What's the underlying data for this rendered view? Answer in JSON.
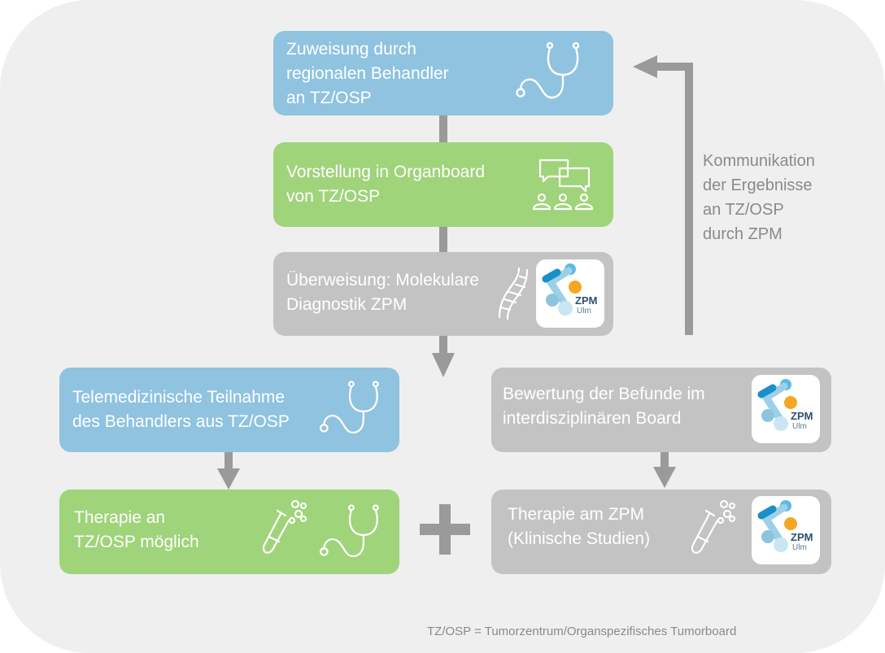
{
  "boxes": {
    "zuweisung": "Zuweisung durch\nregionalen Behandler\nan TZ/OSP",
    "vorstellung": "Vorstellung in Organboard\nvon TZ/OSP",
    "ueberweisung": "Überweisung: Molekulare\nDiagnostik ZPM",
    "telemedizin": "Telemedizinische Teilnahme\ndes Behandlers aus TZ/OSP",
    "bewertung": "Bewertung der Befunde im\ninterdisziplinären Board",
    "therapie_tz": "Therapie an\nTZ/OSP möglich",
    "therapie_zpm": "Therapie am ZPM\n(Klinische Studien)"
  },
  "communication_label": "Kommunikation\nder Ergebnisse\nan TZ/OSP\ndurch ZPM",
  "footnote": "TZ/OSP = Tumorzentrum/Organspezifisches Tumorboard",
  "logo": {
    "name": "ZPM",
    "sub": "Ulm"
  },
  "icons": [
    "stethoscope-icon",
    "chat-group-icon",
    "dna-icon",
    "test-tube-icon",
    "plus-icon",
    "arrow-icon"
  ],
  "colors": {
    "blue": "#8fc3e0",
    "green": "#9fd47a",
    "gray": "#c3c3c3",
    "arrow": "#9a9a9a",
    "logo_orange": "#f5a623",
    "logo_blue": "#1a8fc8"
  }
}
